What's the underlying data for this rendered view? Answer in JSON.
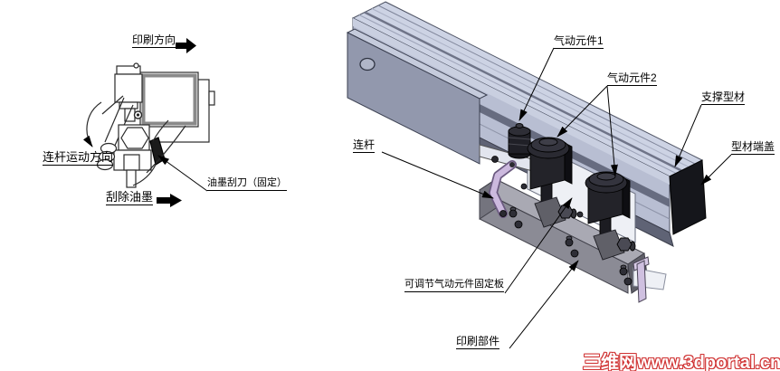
{
  "left_schematic": {
    "labels": {
      "print_direction": "印刷方向",
      "rod_motion_direction": "连杆运动方向",
      "scrape_ink": "刮除油墨",
      "ink_scraper_fixed": "油墨刮刀（固定）"
    }
  },
  "assembly_3d": {
    "labels": {
      "pneumatic_1": "气动元件1",
      "pneumatic_2": "气动元件2",
      "support_profile": "支撑型材",
      "profile_end_cap": "型材端盖",
      "connecting_rod": "连杆",
      "adjustable_plate": "可调节气动元件固定板",
      "printing_part": "印刷部件"
    },
    "colors": {
      "profile_top": "#cdd3e4",
      "profile_front": "#b8bed2",
      "profile_shadow": "#5f6375",
      "end_plate": "#9298ad",
      "end_cap": "#15161b",
      "pneumatic_body": "#232329",
      "fixing_plate": "#eef0f5",
      "connecting_rod": "#ccb9de",
      "printing_bar_top": "#a9a9b3",
      "printing_bar_front": "#8b8b95"
    }
  },
  "watermark": {
    "text": "三维网www.3dportal.cn",
    "color": "#d03434"
  }
}
